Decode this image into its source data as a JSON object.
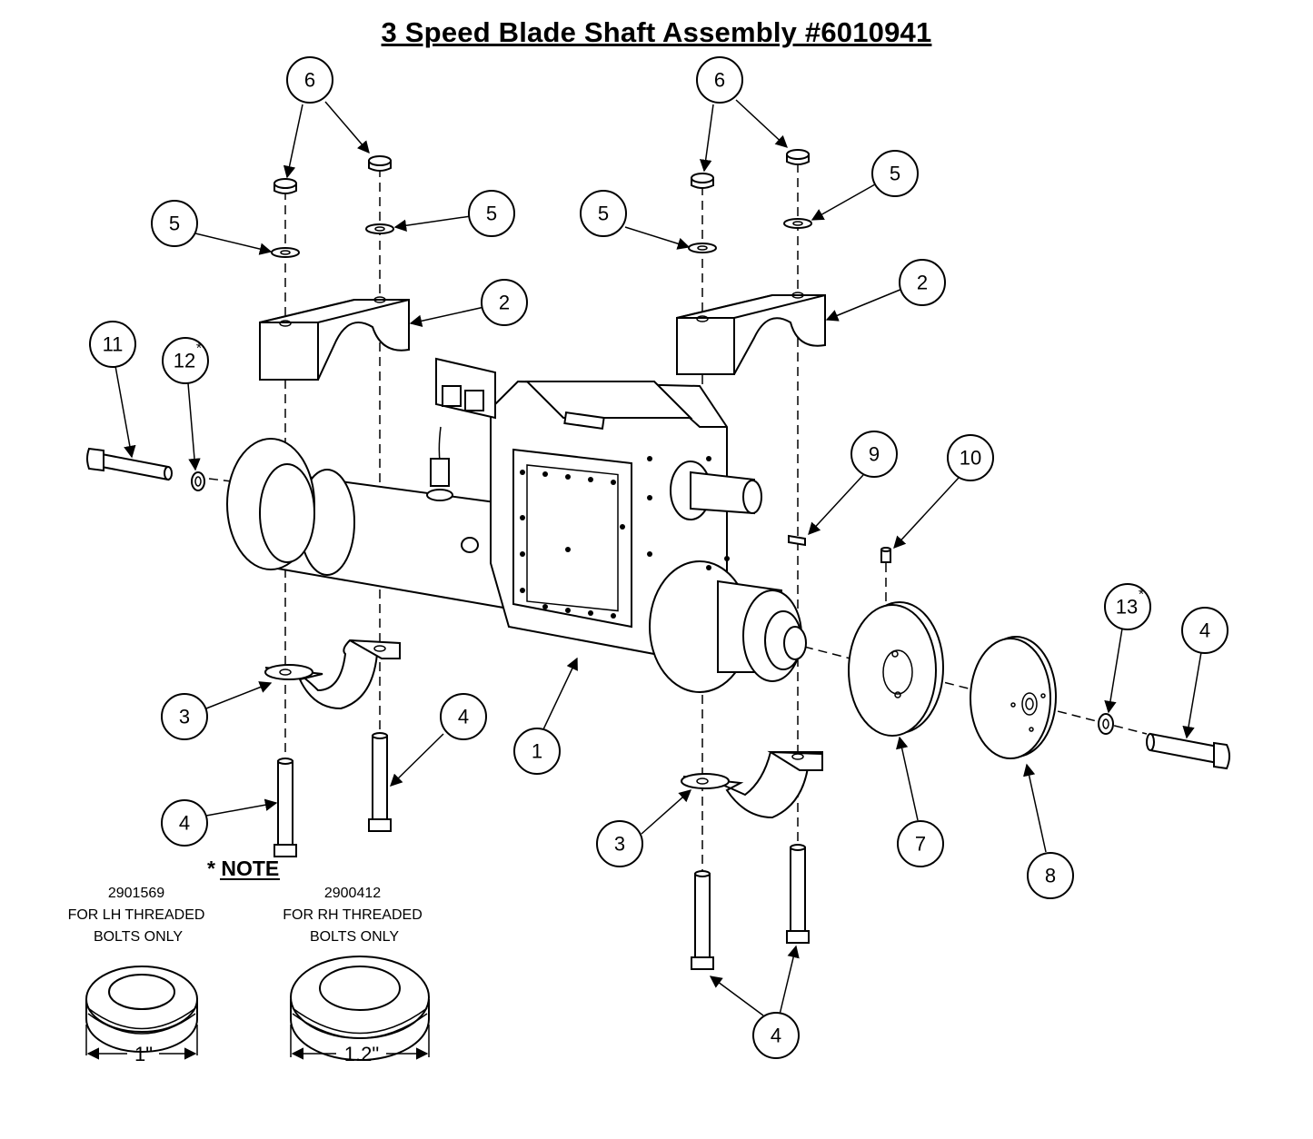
{
  "title": "3 Speed Blade Shaft Assembly #6010941",
  "callouts": {
    "c6a": "6",
    "c6b": "6",
    "c5a": "5",
    "c5b": "5",
    "c5c": "5",
    "c5d": "5",
    "c2a": "2",
    "c2b": "2",
    "c11": "11",
    "c12": "12",
    "c12_mark": "*",
    "c9": "9",
    "c10": "10",
    "c13": "13",
    "c13_mark": "*",
    "c4a": "4",
    "c4b": "4",
    "c4c": "4",
    "c4d": "4",
    "c3a": "3",
    "c3b": "3",
    "c1": "1",
    "c7": "7",
    "c8": "8"
  },
  "note": {
    "heading": "* NOTE",
    "left": {
      "part_number": "2901569",
      "line1": "FOR LH THREADED",
      "line2": "BOLTS ONLY",
      "dimension": "1\""
    },
    "right": {
      "part_number": "2900412",
      "line1": "FOR RH THREADED",
      "line2": "BOLTS ONLY",
      "dimension": "1.2\""
    }
  }
}
